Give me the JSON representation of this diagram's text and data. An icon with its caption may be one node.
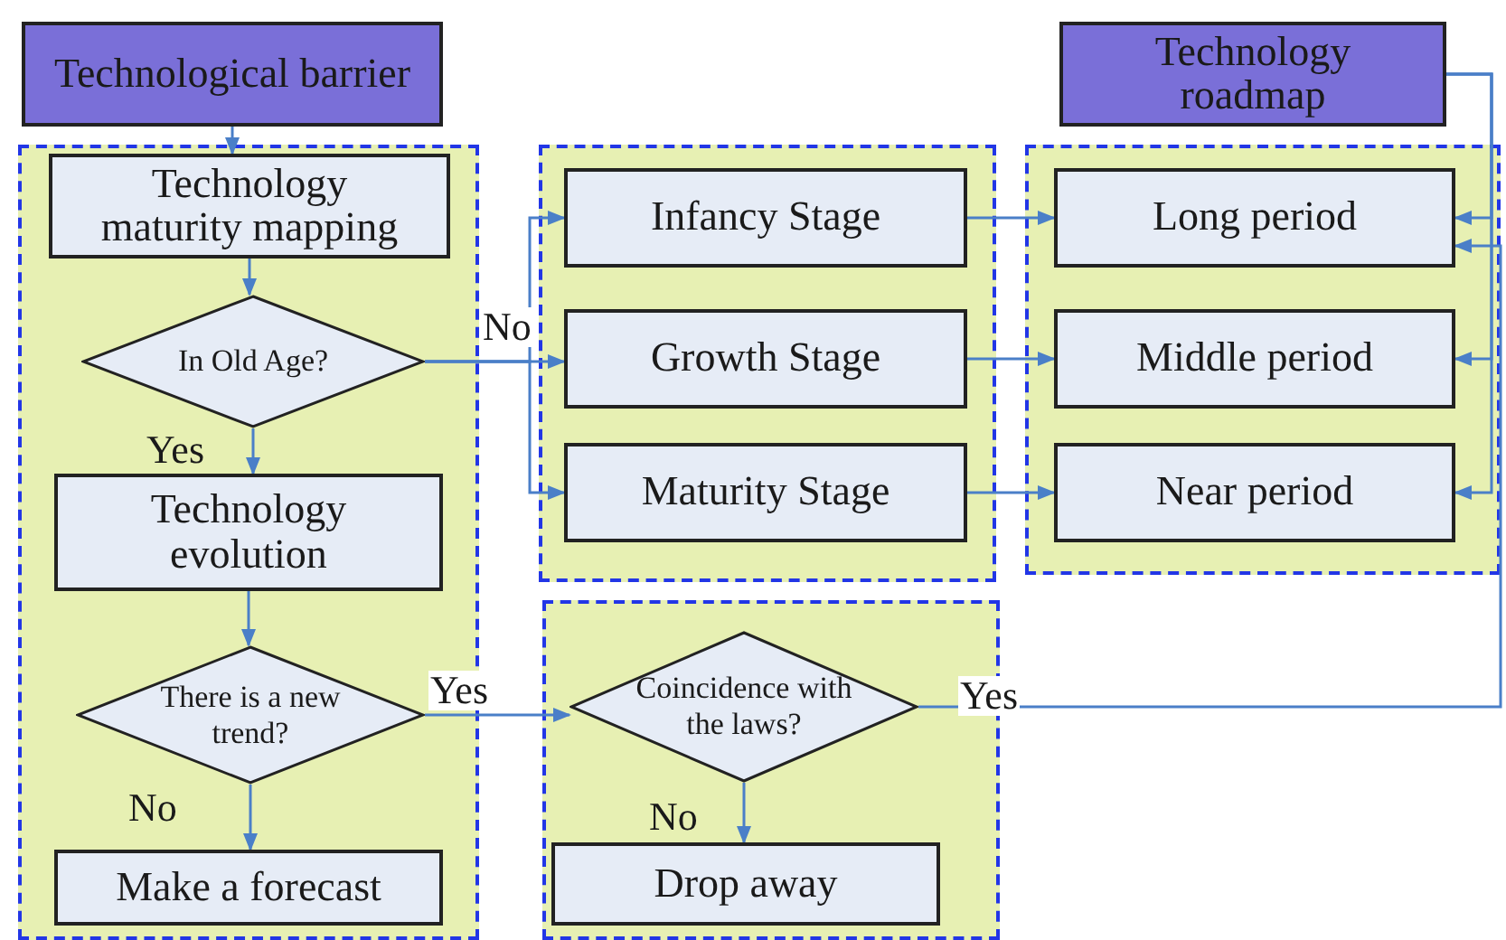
{
  "diagram": {
    "nodes": [
      {
        "text": [
          "Technological barrier"
        ]
      },
      {
        "text": [
          "Technology roadmap"
        ]
      },
      {
        "text": [],
        "shape": "box"
      },
      {
        "text": [
          "Technology maturity mapping"
        ],
        "in": 2
      },
      {
        "text": [
          "In Old Age?"
        ],
        "in": 2
      },
      {
        "text": [
          "Technology evolution"
        ],
        "in": 2
      },
      {
        "text": [
          "There is a new trend?"
        ],
        "in": 2
      },
      {
        "text": [
          "Make a forecast"
        ],
        "in": 2
      },
      {
        "text": [],
        "shape": "box"
      },
      {
        "text": [
          "Infancy Stage"
        ],
        "in": 8
      },
      {
        "text": [
          "Growth Stage"
        ],
        "in": 8
      },
      {
        "text": [
          "Maturity Stage"
        ],
        "in": 8
      },
      {
        "text": [],
        "shape": "box"
      },
      {
        "text": [
          "Long period"
        ],
        "in": 12
      },
      {
        "text": [
          "Middle period"
        ],
        "in": 12
      },
      {
        "text": [
          "Near period"
        ],
        "in": 12
      },
      {
        "text": [],
        "shape": "box"
      },
      {
        "text": [
          "Coincidence with the laws?"
        ],
        "in": 16
      },
      {
        "text": [
          "Drop away"
        ],
        "in": 16
      }
    ],
    "edges": [
      {
        "from": 0,
        "to": 3,
        "arrow": "to"
      },
      {
        "from": 3,
        "to": 4,
        "arrow": "to"
      },
      {
        "from": 4,
        "to": 5,
        "arrow": "to",
        "label": "Yes"
      },
      {
        "from": 4,
        "to": 9,
        "arrow": "to",
        "label": "No"
      },
      {
        "from": 4,
        "to": 10,
        "arrow": "to"
      },
      {
        "from": 4,
        "to": 11,
        "arrow": "to"
      },
      {
        "from": 5,
        "to": 6,
        "arrow": "to"
      },
      {
        "from": 6,
        "to": 7,
        "arrow": "to",
        "label": "No"
      },
      {
        "from": 6,
        "to": 17,
        "arrow": "to",
        "label": "Yes"
      },
      {
        "from": 17,
        "to": 18,
        "arrow": "to",
        "label": "No"
      },
      {
        "from": 9,
        "to": 13,
        "arrow": "to"
      },
      {
        "from": 10,
        "to": 14,
        "arrow": "to"
      },
      {
        "from": 11,
        "to": 15,
        "arrow": "to"
      },
      {
        "from": 1,
        "to": 13,
        "arrow": "to"
      },
      {
        "from": 1,
        "to": 14,
        "arrow": "to"
      },
      {
        "from": 1,
        "to": 15,
        "arrow": "to"
      },
      {
        "from": 17,
        "to": 13,
        "arrow": "to",
        "label": "Yes"
      }
    ]
  }
}
